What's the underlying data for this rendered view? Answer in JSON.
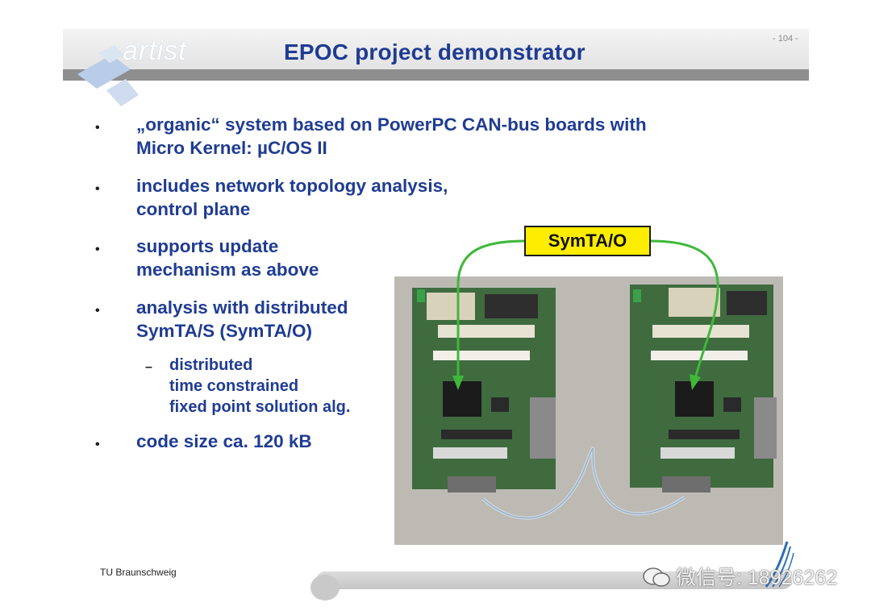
{
  "header": {
    "logo_text": "artist",
    "title": "EPOC project demonstrator",
    "page_number": "- 104 -"
  },
  "bullets": [
    {
      "lines": [
        "„organic“ system based on PowerPC CAN-bus boards with",
        "Micro Kernel: µC/OS II"
      ]
    },
    {
      "lines": [
        "includes network topology analysis,",
        "control plane"
      ]
    },
    {
      "lines": [
        "supports update",
        "mechanism as above"
      ]
    },
    {
      "lines": [
        "analysis with distributed",
        "SymTA/S (SymTA/O)"
      ]
    }
  ],
  "sub_bullet": {
    "lines": [
      "distributed",
      "time constrained",
      "fixed point solution alg."
    ]
  },
  "last_bullet": {
    "lines": [
      "code size ca. 120 kB"
    ]
  },
  "figure": {
    "label": "SymTA/O"
  },
  "footer": {
    "institution": "TU Braunschweig",
    "watermark": "微信号: 18926262"
  },
  "colors": {
    "title_blue": "#1f3c93",
    "label_yellow": "#ffed00",
    "arrow_green": "#3fb83a"
  }
}
